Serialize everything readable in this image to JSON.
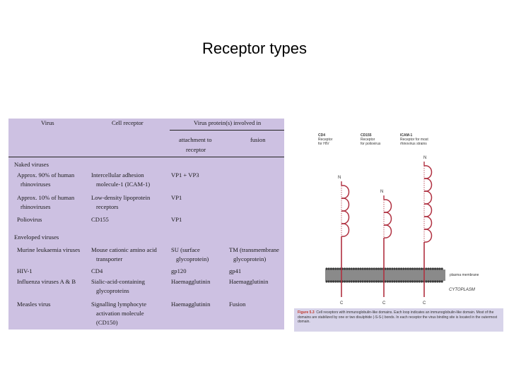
{
  "slide": {
    "title": "Receptor types"
  },
  "table": {
    "headers": {
      "virus": "Virus",
      "cell_receptor": "Cell receptor",
      "proteins": "Virus protein(s) involved in",
      "attachment_l1": "attachment to",
      "attachment_l2": "receptor",
      "fusion": "fusion"
    },
    "naked_group": "Naked viruses",
    "enveloped_group": "Enveloped viruses",
    "rows": [
      {
        "virus": [
          "Approx. 90% of human",
          "rhinoviruses"
        ],
        "receptor": [
          "Intercellular adhesion",
          "molecule-1 (ICAM-1)"
        ],
        "attachment": [
          "VP1 + VP3"
        ],
        "fusion": []
      },
      {
        "virus": [
          "Approx. 10% of human",
          "rhinoviruses"
        ],
        "receptor": [
          "Low-density lipoprotein",
          "receptors"
        ],
        "attachment": [
          "VP1"
        ],
        "fusion": []
      },
      {
        "virus": [
          "Poliovirus"
        ],
        "receptor": [
          "CD155"
        ],
        "attachment": [
          "VP1"
        ],
        "fusion": []
      },
      {
        "virus": [
          "Murine leukaemia viruses"
        ],
        "receptor": [
          "Mouse cationic amino acid",
          "transporter"
        ],
        "attachment": [
          "SU (surface",
          "glycoprotein)"
        ],
        "fusion": [
          "TM (transmembrane",
          "glycoprotein)"
        ]
      },
      {
        "virus": [
          "HIV-1"
        ],
        "receptor": [
          "CD4"
        ],
        "attachment": [
          "gp120"
        ],
        "fusion": [
          "gp41"
        ]
      },
      {
        "virus": [
          "Influenza viruses A & B"
        ],
        "receptor": [
          "Sialic-acid-containing",
          "glycoproteins"
        ],
        "attachment": [
          "Haemagglutinin"
        ],
        "fusion": [
          "Haemagglutinin"
        ]
      },
      {
        "virus": [
          "Measles virus"
        ],
        "receptor": [
          "Signalling lymphocyte",
          "activation molecule",
          "(CD150)"
        ],
        "attachment": [
          "Haemagglutinin"
        ],
        "fusion": [
          "Fusion"
        ]
      }
    ]
  },
  "figure": {
    "receptors": [
      {
        "name": "CD4",
        "desc": [
          "Receptor",
          "for HIV"
        ]
      },
      {
        "name": "CD155",
        "desc": [
          "Receptor",
          "for poliovirus"
        ]
      },
      {
        "name": "ICAM-1",
        "desc": [
          "Receptor for most",
          "rhinovirus strains"
        ]
      }
    ],
    "n_label": "N",
    "c_label": "C",
    "membrane_label": "plasma membrane",
    "cytoplasm_label": "CYTOPLASM",
    "caption": {
      "figure_label": "Figure 5.3",
      "text": "Cell receptors with immunoglobulin-like domains. Each loop indicates an immunoglobulin-like domain. Most of the domains are stabilized by one or two disulphide (-S-S-) bonds. In each receptor the virus binding site is located in the outermost domain."
    },
    "colors": {
      "loop": "#b03040",
      "membrane": "#3a3a3a",
      "caption_bg": "#d8d4ea",
      "table_bg": "#cdc1e2"
    }
  }
}
